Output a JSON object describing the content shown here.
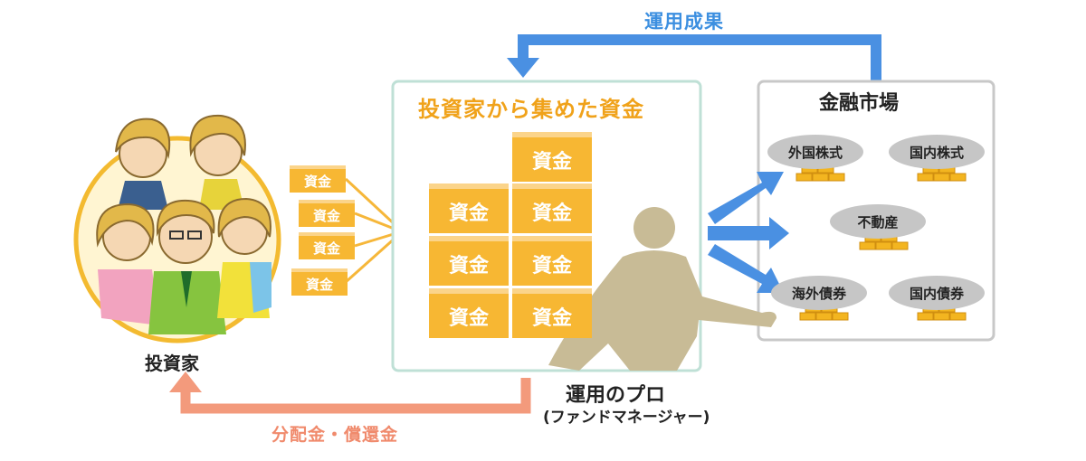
{
  "labels": {
    "investment_result": "運用成果",
    "pool_title": "投資家から集めた資金",
    "market_title": "金融市場",
    "investor": "投資家",
    "pro": "運用のプロ",
    "pro_sub": "(ファンドマネージャー)",
    "distribution": "分配金・償還金",
    "fund": "資金"
  },
  "market_assets": [
    "外国株式",
    "国内株式",
    "不動産",
    "海外債券",
    "国内債券"
  ],
  "colors": {
    "blue_arrow": "#4a90e2",
    "salmon_arrow": "#f39a7c",
    "gold": "#f7b733",
    "pool_border": "#bfe0d6",
    "market_border": "#c8c8c8"
  }
}
